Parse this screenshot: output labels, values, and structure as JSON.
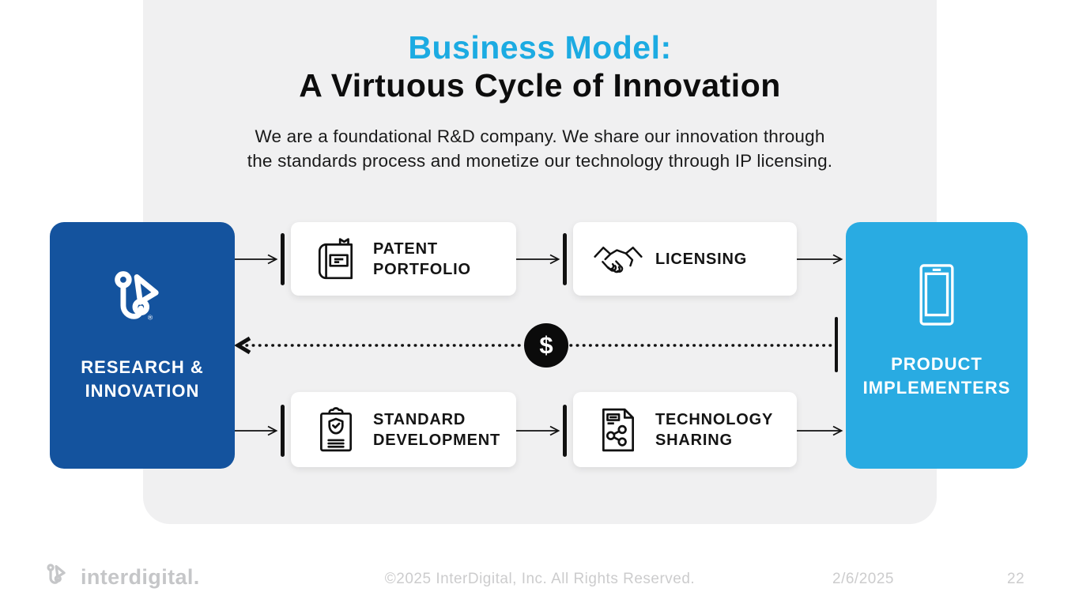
{
  "slide": {
    "title_accent": "Business Model:",
    "title_main": "A Virtuous Cycle of Innovation",
    "subtitle_line1": "We are a foundational R&D company. We share our innovation through",
    "subtitle_line2": "the standards process and monetize our technology through IP licensing."
  },
  "nodes": {
    "research": {
      "line1": "RESEARCH &",
      "line2": "INNOVATION"
    },
    "implementers": {
      "line1": "PRODUCT",
      "line2": "IMPLEMENTERS"
    }
  },
  "cards": [
    {
      "line1": "PATENT",
      "line2": "PORTFOLIO"
    },
    {
      "line1": "LICENSING",
      "line2": ""
    },
    {
      "line1": "STANDARD",
      "line2": "DEVELOPMENT"
    },
    {
      "line1": "TECHNOLOGY",
      "line2": "SHARING"
    }
  ],
  "money": {
    "symbol": "$"
  },
  "footer": {
    "brand": "interdigital.",
    "copyright": "©2025 InterDigital, Inc. All Rights Reserved.",
    "date": "2/6/2025",
    "page": "22"
  },
  "colors": {
    "title_accent": "#1CABE2",
    "research_blue": "#14539E",
    "implementers_cyan": "#29ABE2",
    "panel_gray": "#F0F0F1",
    "connector_black": "#111111"
  }
}
